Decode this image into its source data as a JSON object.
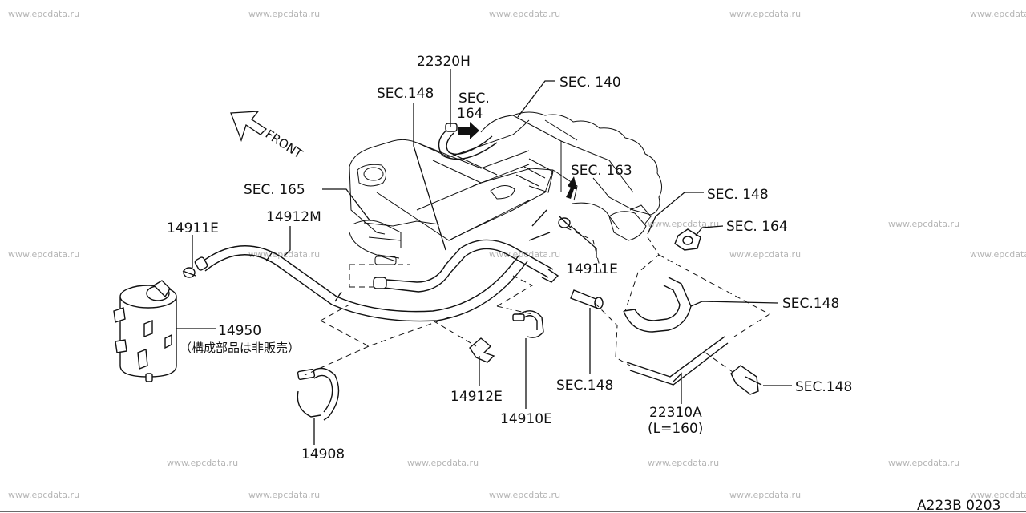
{
  "watermark": "www.epcdata.ru",
  "front_label": "FRONT",
  "callouts": {
    "p22320H": "22320H",
    "sec148_top": "SEC.148",
    "sec164_a": "SEC.",
    "sec164_b": "164",
    "sec140": "SEC. 140",
    "sec163": "SEC. 163",
    "sec165": "SEC. 165",
    "p14912M": "14912M",
    "sec148_r1": "SEC. 148",
    "sec164_r": "SEC. 164",
    "p14911E_left": "14911E",
    "p14911E_mid": "14911E",
    "sec148_r2": "SEC.148",
    "p14950": "14950",
    "p14950_note": "（構成部品は非販売）",
    "sec148_bottom_mid": "SEC.148",
    "sec148_bottom_right": "SEC.148",
    "p14912E": "14912E",
    "p14910E": "14910E",
    "p22310A": "22310A",
    "p22310A_note": "(L=160)",
    "p14908": "14908"
  },
  "footer_code": "A223B 0203"
}
